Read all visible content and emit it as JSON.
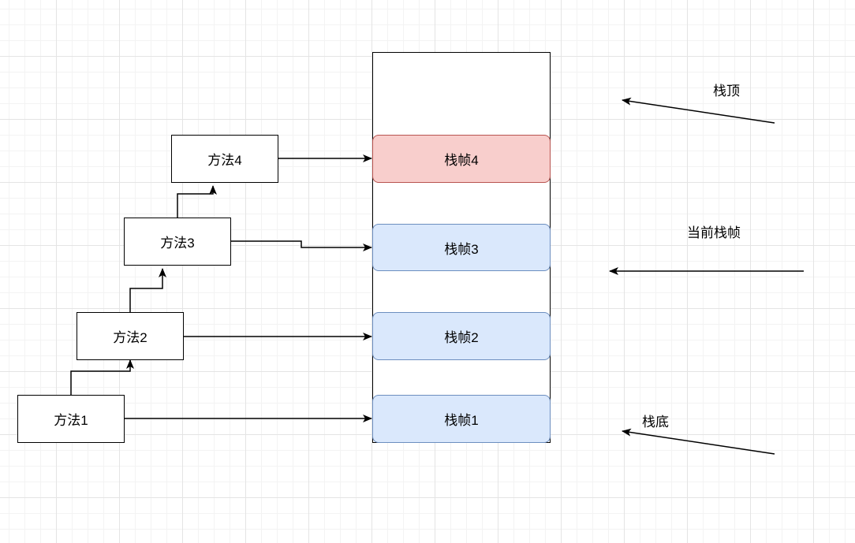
{
  "methods": [
    {
      "label": "方法1"
    },
    {
      "label": "方法2"
    },
    {
      "label": "方法3"
    },
    {
      "label": "方法4"
    }
  ],
  "frames": [
    {
      "label": "栈帧1",
      "color": "#dae8fc"
    },
    {
      "label": "栈帧2",
      "color": "#dae8fc"
    },
    {
      "label": "栈帧3",
      "color": "#dae8fc"
    },
    {
      "label": "栈帧4",
      "color": "#f8cecc"
    }
  ],
  "annotations": {
    "top": "栈顶",
    "current": "当前栈帧",
    "bottom": "栈底"
  }
}
